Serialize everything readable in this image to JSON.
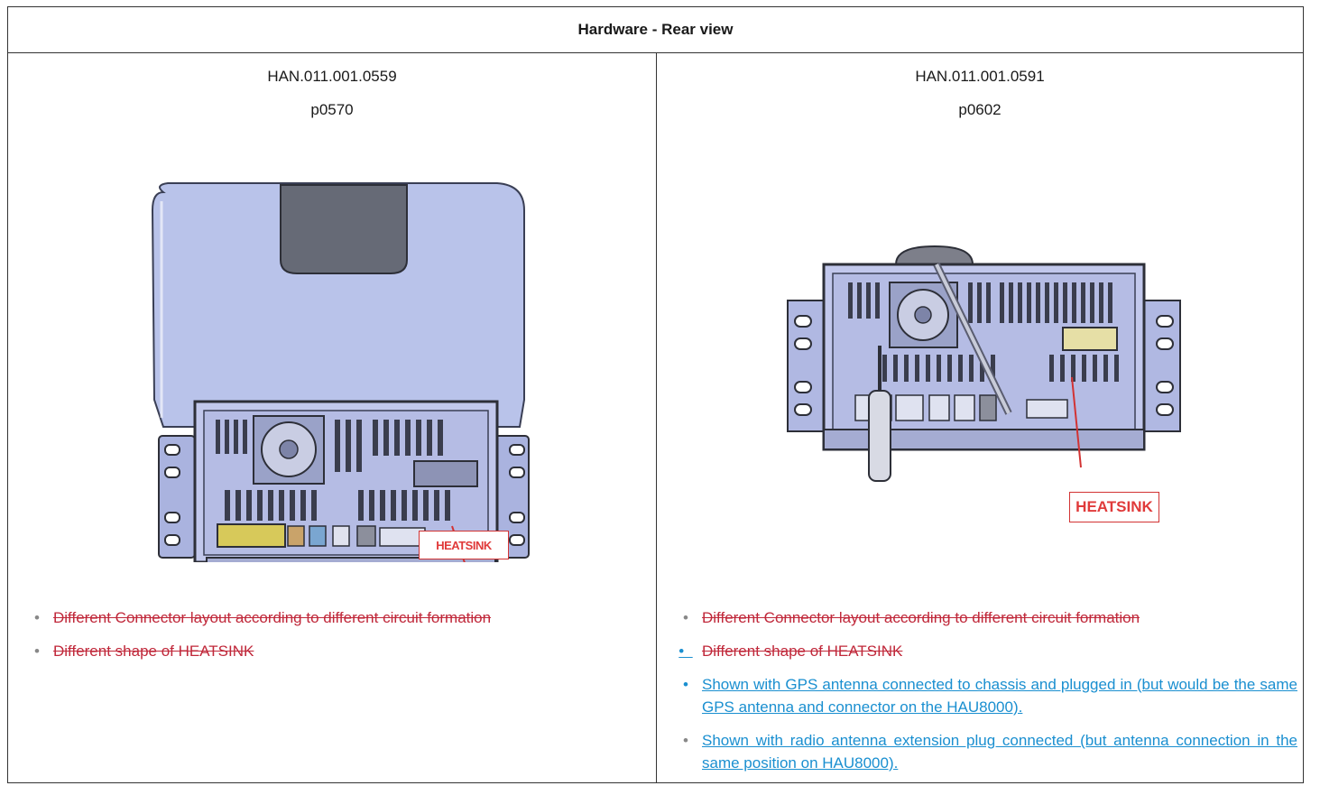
{
  "header": {
    "title": "Hardware - Rear view"
  },
  "left": {
    "code": "HAN.011.001.0559",
    "page": "p0570",
    "heatsink_label": "HEATSINK",
    "bullets": [
      "Different Connector layout according to different circuit formation",
      "Different shape of HEATSINK"
    ]
  },
  "right": {
    "code": "HAN.011.001.0591",
    "page": "p0602",
    "heatsink_label": "HEATSINK",
    "bullets": [
      "Different Connector layout according to different circuit formation",
      "Different shape of HEATSINK",
      "Shown with GPS antenna connected to chassis and plugged in (but would be the same GPS antenna and connector on the HAU8000).",
      "Shown with radio antenna extension plug connected (but antenna connection in the same position on HAU8000)."
    ]
  },
  "colors": {
    "strike": "#c0283a",
    "link": "#1a8fd0",
    "label": "#e03a3a",
    "chassis": "#b7c0e8"
  }
}
